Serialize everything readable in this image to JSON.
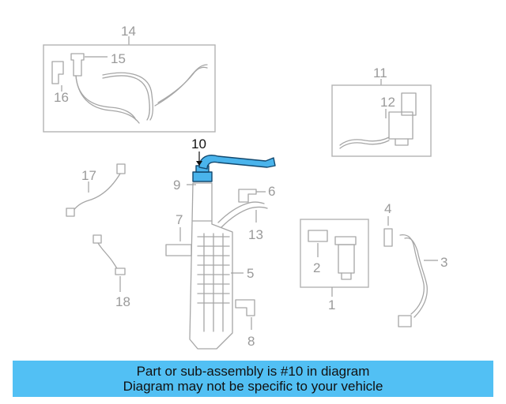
{
  "callouts": {
    "c1": "1",
    "c2": "2",
    "c3": "3",
    "c4": "4",
    "c5": "5",
    "c6": "6",
    "c7": "7",
    "c8": "8",
    "c9": "9",
    "c10": "10",
    "c11": "11",
    "c12": "12",
    "c13": "13",
    "c14": "14",
    "c15": "15",
    "c16": "16",
    "c17": "17",
    "c18": "18"
  },
  "highlighted_part": "10",
  "colors": {
    "highlight": "#4ab4ec",
    "banner": "#52c0f4",
    "line_art": "#a6a6a6"
  },
  "banner": {
    "line1": "Part or sub-assembly is #10 in diagram",
    "line2": "Diagram may not be specific to your vehicle"
  }
}
